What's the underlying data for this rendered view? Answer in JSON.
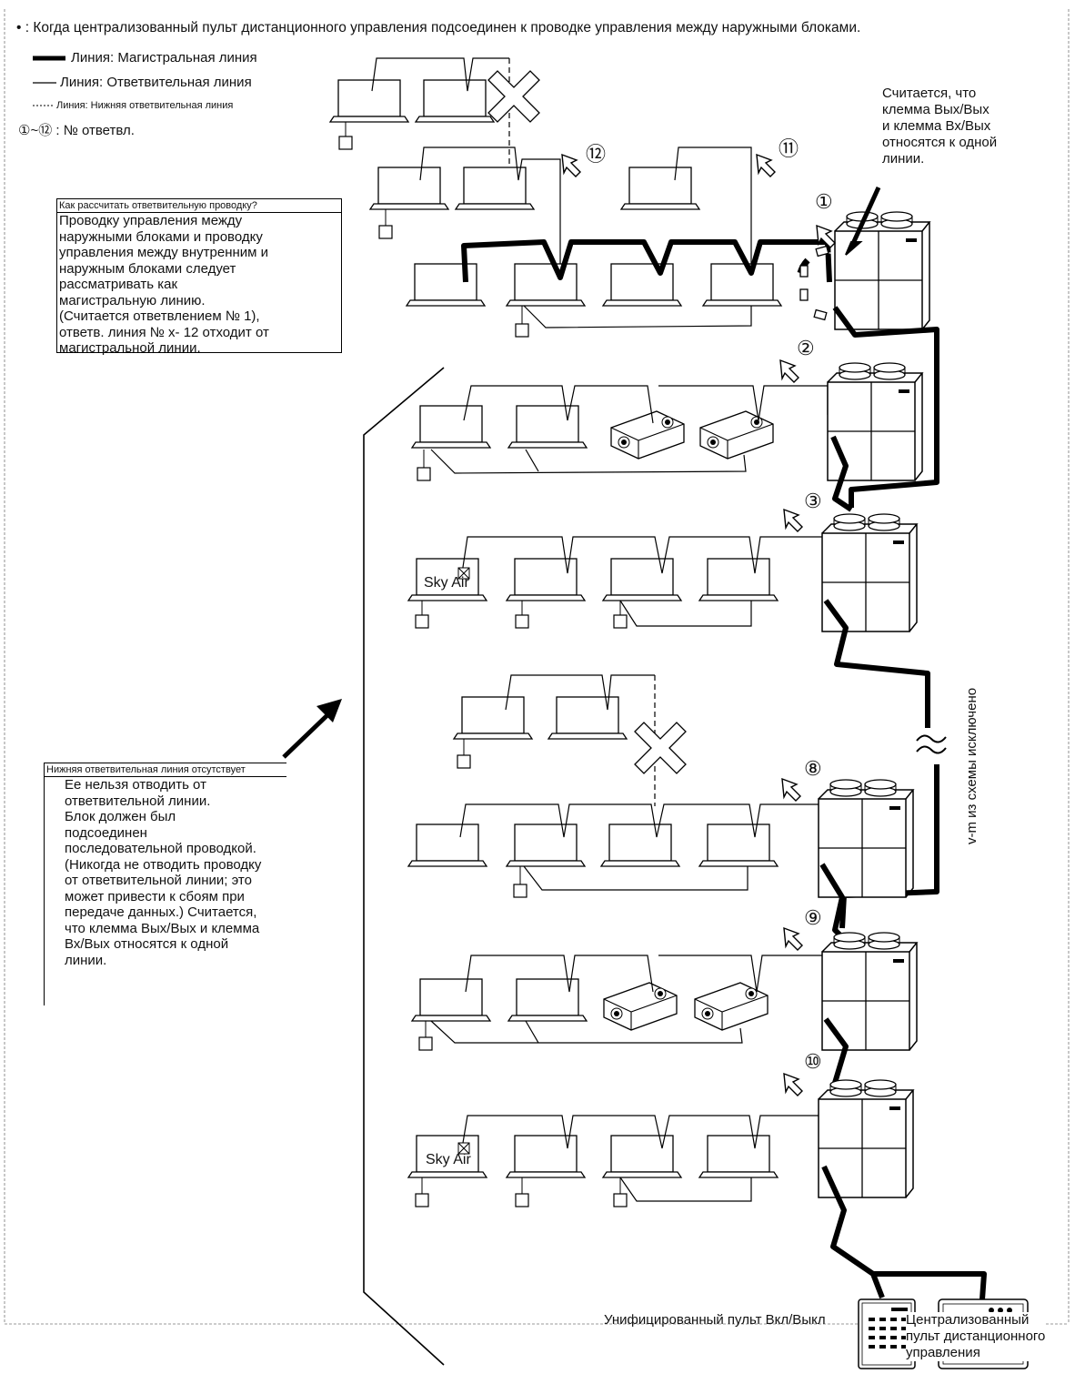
{
  "header": "• : Когда централизованный пульт дистанционного управления подсоединен к проводке управления между наружными блоками.",
  "legend": {
    "main": "Линия: Магистральная линия",
    "branch": "Линия: Ответвительная линия",
    "sub_branch": "Линия: Нижняя ответвительная линия",
    "numbers": "①~⑫ : № ответвл."
  },
  "callout_top": "Считается, что\nклемма Вых/Вых\nи клемма Вх/Вых\nотносятся к одной\nлинии.",
  "box_calc": {
    "title": "Как рассчитать ответвительную проводку?",
    "body": "Проводку управления между\nнаружными блоками и проводку\nуправления между внутренним и\nнаружным блоками следует\nрассматривать как\nмагистральную линию.\n(Считается ответвлением № 1),\nответв. линия № х- 12 отходит от\nмагистральной линии."
  },
  "box_nosub": {
    "title": "Нижняя ответвительная линия отсутствует",
    "body": "Ее нельзя отводить от\nответвительной линии.\nБлок должен был\nподсоединен\nпоследовательной проводкой.\n(Никогда не отводить проводку\nот ответвительной линии; это\nможет привести к сбоям при\nпередаче данных.) Считается,\nчто клемма Вых/Вых и клемма\nВх/Вых относятся к одной\nлинии."
  },
  "branch_labels": [
    "①",
    "②",
    "③",
    "⑧",
    "⑨",
    "⑩",
    "⑪",
    "⑫"
  ],
  "sky_air": "Sky Air",
  "omitted": "v-m из схемы исключено",
  "remote_onoff": "Унифицированный пульт Вкл/Выкл",
  "remote_central": "Централизованный\nпульт дистанционного\nуправления"
}
